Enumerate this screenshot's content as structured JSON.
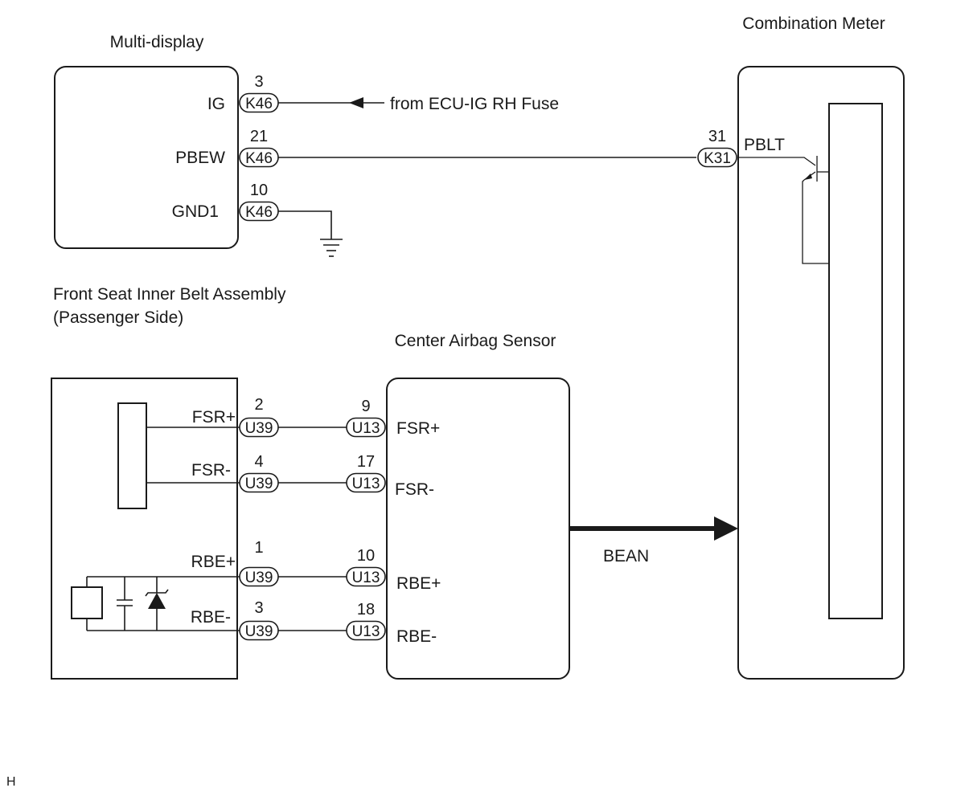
{
  "components": {
    "multi_display": {
      "title": "Multi-display",
      "pins": {
        "ig": "IG",
        "pbew": "PBEW",
        "gnd1": "GND1"
      }
    },
    "combination_meter": {
      "title": "Combination Meter",
      "pins": {
        "pblt": "PBLT"
      }
    },
    "front_seat_belt": {
      "title_line1": "Front Seat Inner Belt Assembly",
      "title_line2": "(Passenger Side)",
      "pins": {
        "fsr_plus": "FSR+",
        "fsr_minus": "FSR-",
        "rbe_plus": "RBE+",
        "rbe_minus": "RBE-"
      }
    },
    "center_airbag_sensor": {
      "title": "Center Airbag Sensor",
      "pins": {
        "fsr_plus": "FSR+",
        "fsr_minus": "FSR-",
        "rbe_plus": "RBE+",
        "rbe_minus": "RBE-"
      }
    }
  },
  "connectors": {
    "k46_ig": {
      "id": "K46",
      "pin": "3"
    },
    "k46_pbew": {
      "id": "K46",
      "pin": "21"
    },
    "k46_gnd1": {
      "id": "K46",
      "pin": "10"
    },
    "k31_pblt": {
      "id": "K31",
      "pin": "31"
    },
    "u39_fsr_plus": {
      "id": "U39",
      "pin": "2"
    },
    "u39_fsr_minus": {
      "id": "U39",
      "pin": "4"
    },
    "u39_rbe_plus": {
      "id": "U39",
      "pin": "1"
    },
    "u39_rbe_minus": {
      "id": "U39",
      "pin": "3"
    },
    "u13_fsr_plus": {
      "id": "U13",
      "pin": "9"
    },
    "u13_fsr_minus": {
      "id": "U13",
      "pin": "17"
    },
    "u13_rbe_plus": {
      "id": "U13",
      "pin": "10"
    },
    "u13_rbe_minus": {
      "id": "U13",
      "pin": "18"
    }
  },
  "notes": {
    "fuse_source": "from ECU-IG RH Fuse",
    "bus_label": "BEAN",
    "footer": "H"
  }
}
